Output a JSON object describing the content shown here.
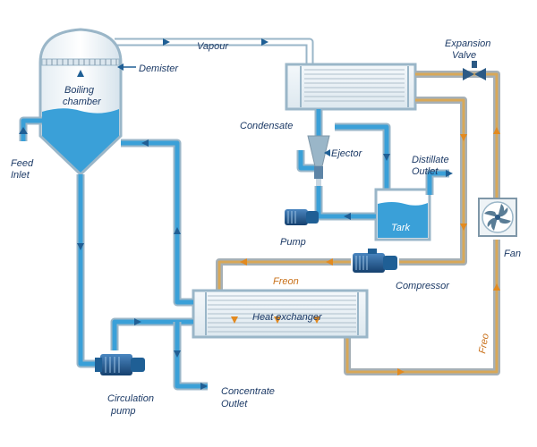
{
  "labels": {
    "vapour": "Vapour",
    "expansion_valve_line1": "Expansion",
    "expansion_valve_line2": "Valve",
    "demister": "Demister",
    "boiling_chamber_line1": "Boiling",
    "boiling_chamber_line2": "chamber",
    "condensate": "Condensate",
    "ejector": "Ejector",
    "distillate_outlet_line1": "Distillate",
    "distillate_outlet_line2": "Outlet",
    "feed_inlet_line1": "Feed",
    "feed_inlet_line2": "Inlet",
    "tank": "Tark",
    "pump": "Pump",
    "fan": "Fan",
    "freon_top": "Freon",
    "compressor": "Compressor",
    "heat_exchanger": "Heat exchanger",
    "freon_side": "Freo",
    "circulation_pump_line1": "Circulation",
    "circulation_pump_line2": "pump",
    "concentrate_outlet_line1": "Concentrate",
    "concentrate_outlet_line2": "Outlet"
  },
  "colors": {
    "water": "#3aa0d8",
    "pipe_shell": "#9ab6c8",
    "freon": "#d8a858",
    "arrow_blue": "#1f5f95",
    "arrow_orange": "#e38a1f",
    "label_text": "#1c3a66"
  },
  "icons": {
    "fan": "fan-icon",
    "pump": "pump-icon",
    "compressor": "compressor-icon",
    "valve": "expansion-valve-icon"
  }
}
